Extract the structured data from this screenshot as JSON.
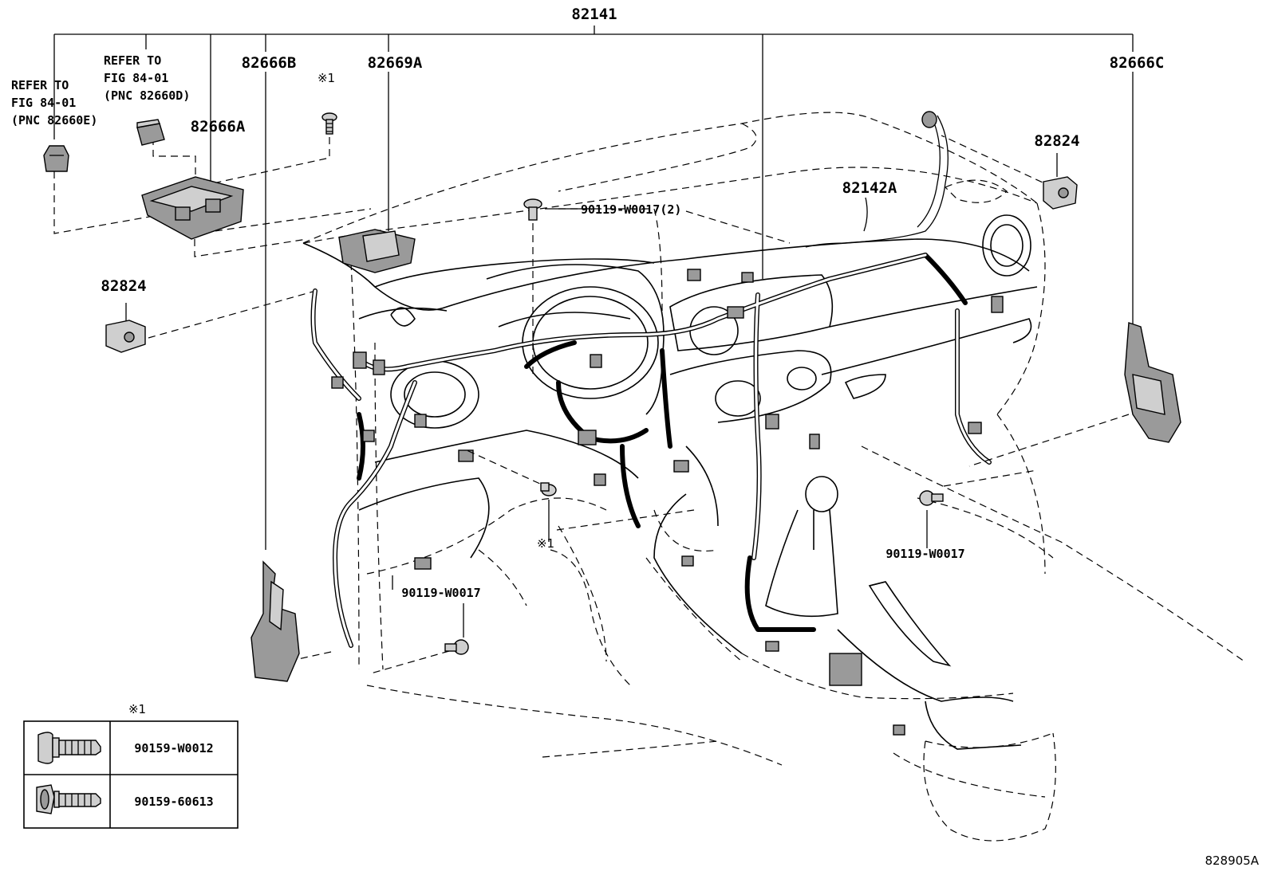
{
  "diagram": {
    "main_harness": "82141",
    "labels": {
      "p82666B": "82666B",
      "p82669A": "82669A",
      "p82666C": "82666C",
      "p82666A": "82666A",
      "p82824_left": "82824",
      "p82824_right": "82824",
      "p82142A": "82142A",
      "bolt_top": "90119-W0017(2)",
      "bolt_right": "90119-W0017",
      "bolt_bottom": "90119-W0017",
      "note_top": "※1",
      "note_mid": "※1"
    },
    "refer_left": {
      "line1": "REFER TO",
      "line2": "FIG 84-01",
      "line3": "(PNC 82660E)"
    },
    "refer_right": {
      "line1": "REFER TO",
      "line2": "FIG 84-01",
      "line3": "(PNC 82660D)"
    },
    "legend": {
      "title": "※1",
      "rows": [
        {
          "code": "90159-W0012",
          "icon": "flange-bolt-icon"
        },
        {
          "code": "90159-60613",
          "icon": "hex-bolt-icon"
        }
      ]
    },
    "figure_id": "828905A"
  }
}
